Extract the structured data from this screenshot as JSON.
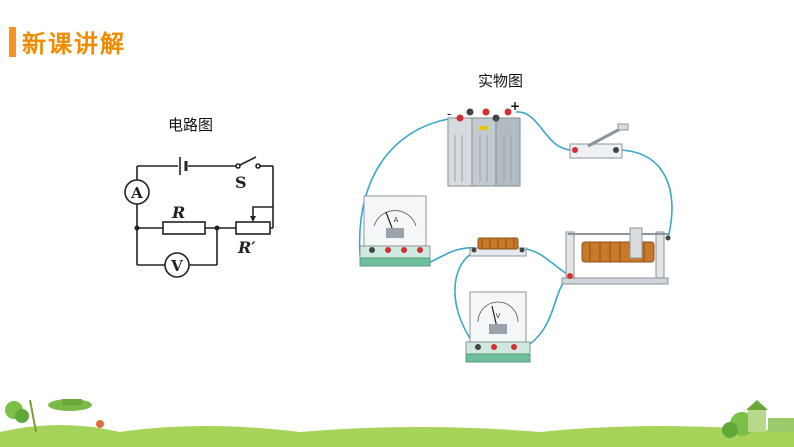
{
  "header": {
    "title": "新课讲解"
  },
  "schematic": {
    "title": "电路图",
    "switch_label": "S",
    "resistor_label": "R",
    "rheostat_label": "R′",
    "ammeter_symbol": "A",
    "voltmeter_symbol": "V"
  },
  "physical": {
    "title": "实物图",
    "battery_minus": "-",
    "battery_plus": "+",
    "ammeter_unit": "A",
    "voltmeter_unit": "V"
  },
  "colors": {
    "accent": "#f7931e",
    "wire": "#3aa6c9",
    "grass": "#8cc63f"
  }
}
